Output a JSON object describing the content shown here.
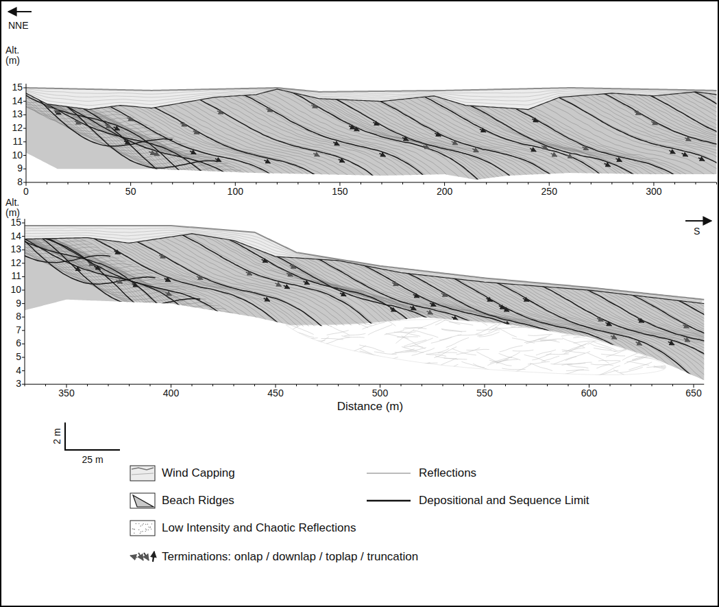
{
  "diagram": {
    "labels": [
      "NNE",
      "Alt. (m)",
      "15",
      "14",
      "13",
      "12",
      "11",
      "10",
      "9",
      "8",
      "0",
      "50",
      "100",
      "150",
      "200",
      "250",
      "300",
      "S",
      "Alt. (m)",
      "15",
      "14",
      "13",
      "12",
      "11",
      "10",
      "9",
      "8",
      "7",
      "6",
      "5",
      "4",
      "3",
      "350",
      "400",
      "450",
      "500",
      "550",
      "600",
      "650",
      "Distance (m)",
      "2 m",
      "25 m"
    ],
    "legend": [
      {
        "text": "Wind Capping"
      },
      {
        "text": "Beach Ridges"
      },
      {
        "text": "Low Intensity and Chaotic Reflections"
      },
      {
        "text": "Reflections"
      },
      {
        "text": "Depositional and Sequence Limit"
      },
      {
        "text": "Terminations: onlap / downlap / toplap / truncation"
      }
    ]
  }
}
